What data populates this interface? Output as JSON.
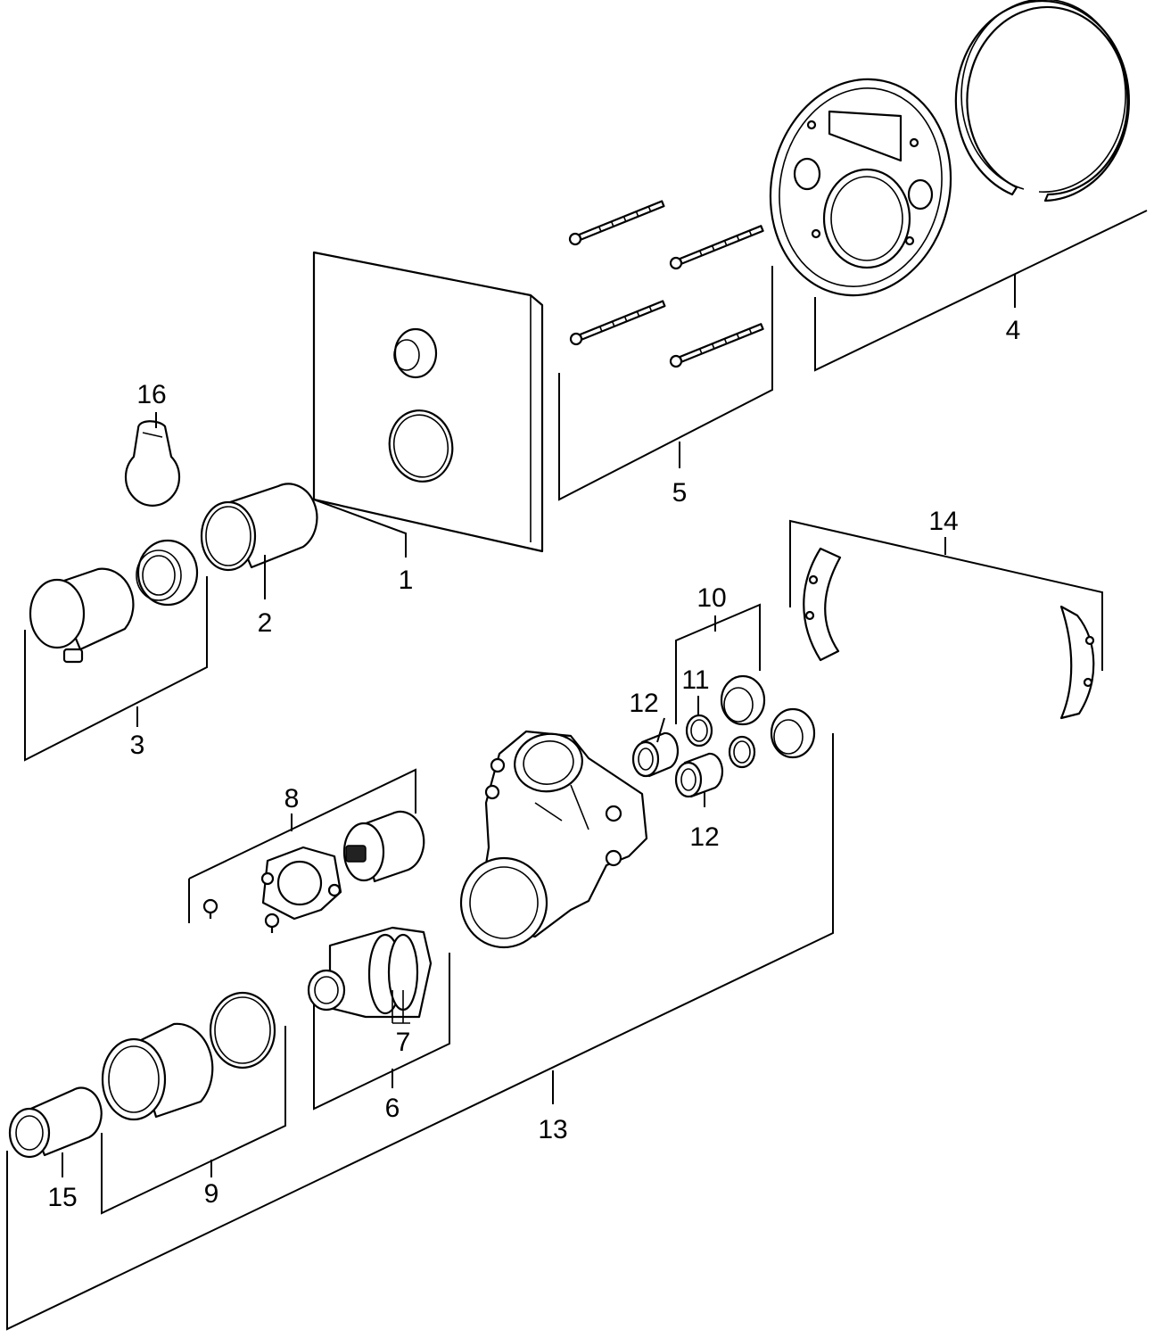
{
  "colors": {
    "line": "#000000",
    "background": "#ffffff"
  },
  "callouts": {
    "c1": "1",
    "c2": "2",
    "c3": "3",
    "c4": "4",
    "c5": "5",
    "c6": "6",
    "c7": "7",
    "c8": "8",
    "c9": "9",
    "c10": "10",
    "c11": "11",
    "c12a": "12",
    "c12b": "12",
    "c13": "13",
    "c14": "14",
    "c15": "15",
    "c16": "16"
  }
}
